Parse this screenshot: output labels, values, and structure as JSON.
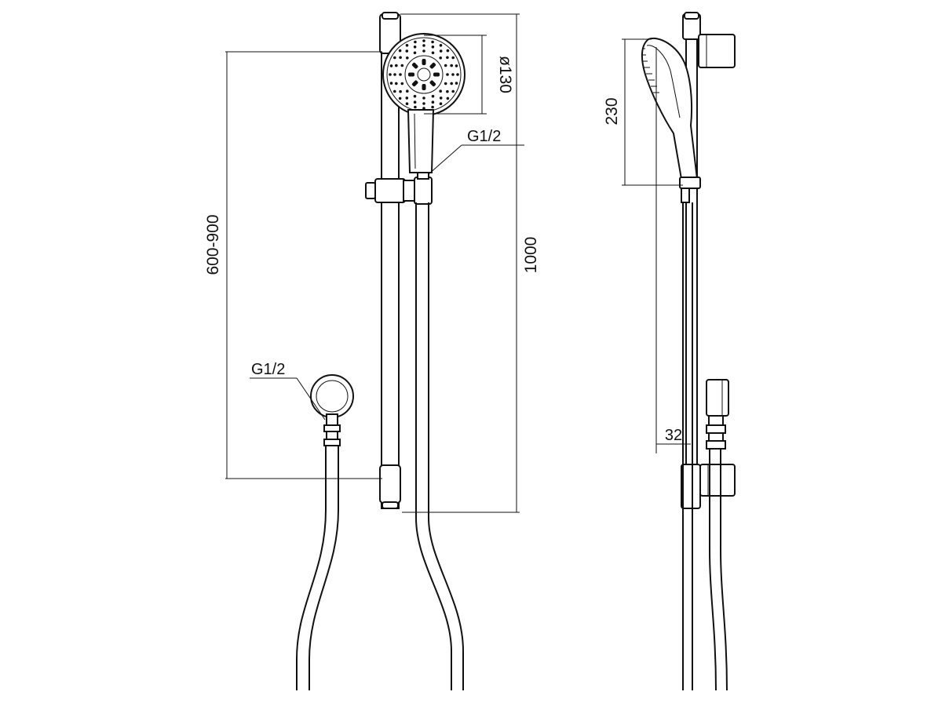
{
  "dimensions": {
    "rail_height": "1000",
    "adjustable_height": "600-900",
    "head_diameter": "ø130",
    "head_length": "230",
    "projection": "32",
    "thread_head": "G1/2",
    "thread_outlet": "G1/2"
  },
  "colors": {
    "line": "#111111",
    "background": "#ffffff"
  }
}
